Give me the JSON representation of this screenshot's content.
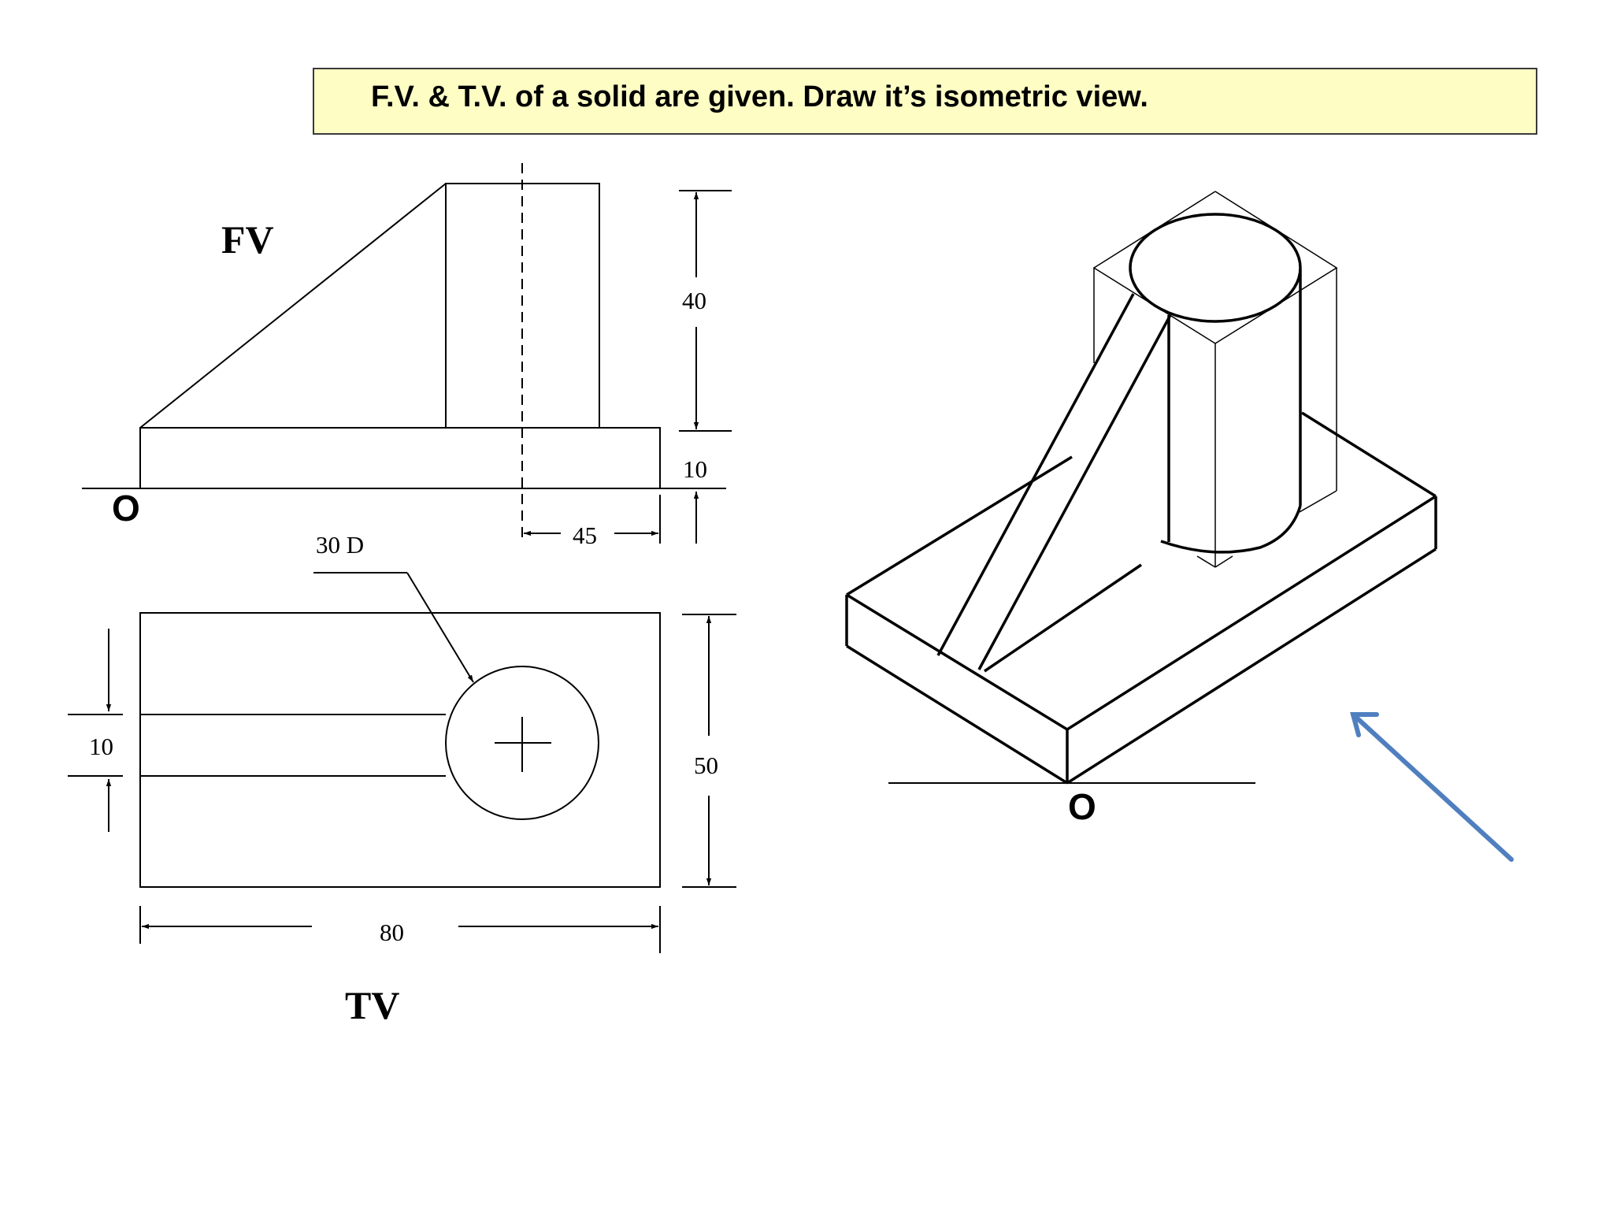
{
  "title": "F.V. & T.V. of  a solid are given. Draw it’s isometric view.",
  "front_view": {
    "label": "FV",
    "origin": "O",
    "dim_height": "40",
    "dim_base": "10",
    "dim_offset": "45"
  },
  "top_view": {
    "label": "TV",
    "callout": "30 D",
    "dim_rib": "10",
    "dim_depth": "50",
    "dim_length": "80"
  },
  "isometric_view": {
    "origin": "O"
  },
  "colors": {
    "title_background": "#fdfdc4",
    "arrow": "#4f7fbf",
    "ink": "#000000"
  }
}
